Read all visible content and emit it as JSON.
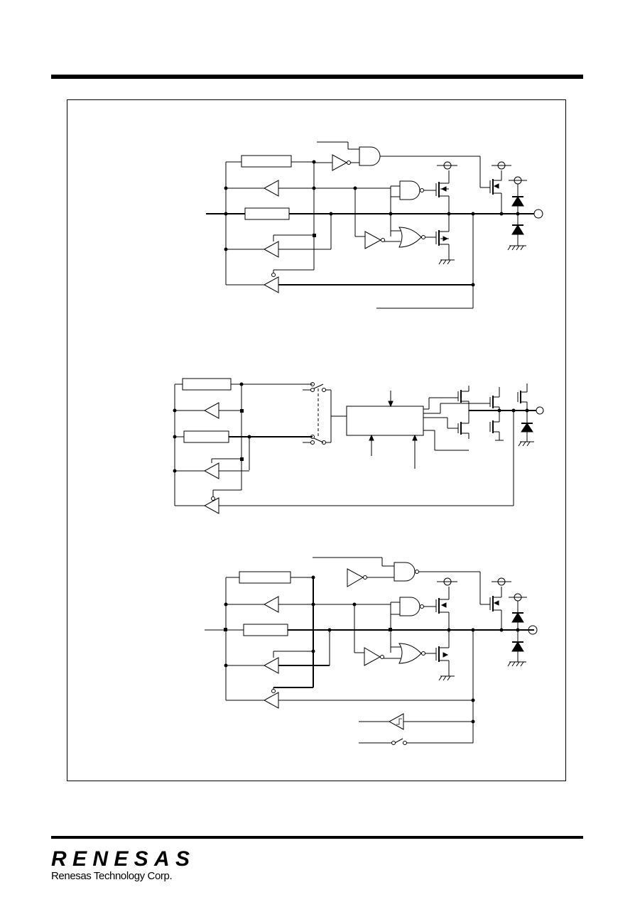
{
  "brand": {
    "logo": "RENESAS",
    "company": "Renesas Technology Corp."
  },
  "icons": {
    "logo": "renesas-logo"
  }
}
